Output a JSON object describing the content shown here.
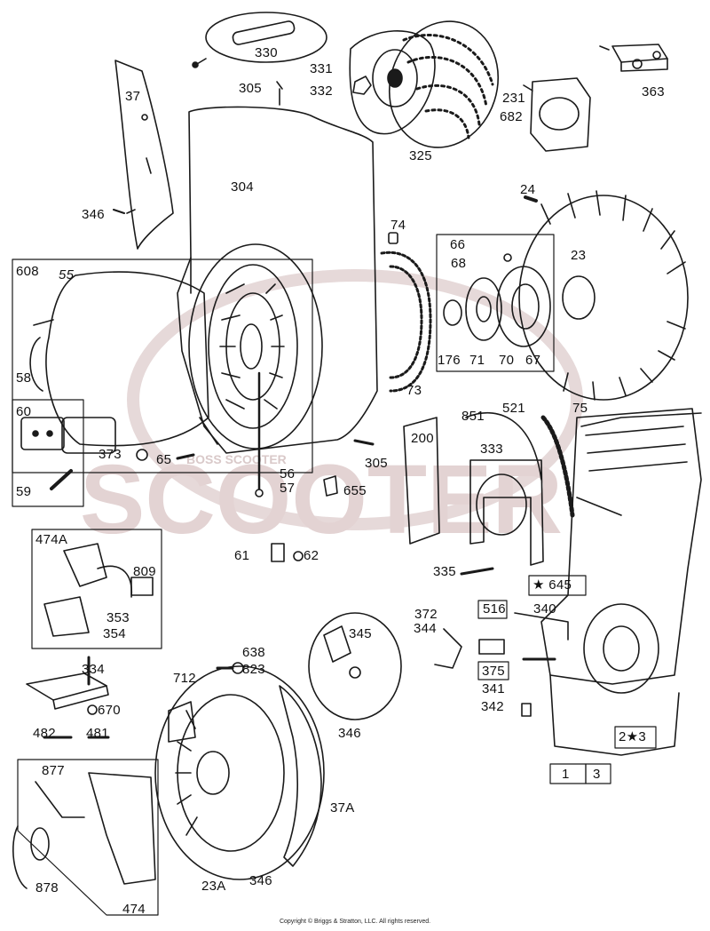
{
  "watermark": {
    "text": "SCOOTER",
    "subtext": "BOSS SCOOTER",
    "color": "#d8c8c8"
  },
  "copyright": "Copyright © Briggs & Stratton, LLC. All rights reserved.",
  "callouts": {
    "p330": "330",
    "p331": "331",
    "p332": "332",
    "p305a": "305",
    "p37": "37",
    "p231": "231",
    "p682": "682",
    "p363": "363",
    "p325": "325",
    "p304": "304",
    "p346a": "346",
    "p24": "24",
    "p74": "74",
    "p66": "66",
    "p68": "68",
    "p23": "23",
    "p608": "608",
    "p55": "55",
    "p176": "176",
    "p71": "71",
    "p70": "70",
    "p67": "67",
    "p58": "58",
    "p73": "73",
    "p75": "75",
    "p60": "60",
    "p851": "851",
    "p521": "521",
    "p373": "373",
    "p65": "65",
    "p200": "200",
    "p305b": "305",
    "p333": "333",
    "p56": "56",
    "p57": "57",
    "p59": "59",
    "p655": "655",
    "p474A": "474A",
    "p61": "61",
    "p62": "62",
    "p335": "335",
    "p809": "809",
    "p645": "645",
    "p353": "353",
    "p354": "354",
    "p372": "372",
    "p516": "516",
    "p340": "340",
    "p345": "345",
    "p344": "344",
    "p638": "638",
    "p712": "712",
    "p823": "823",
    "p334": "334",
    "p375": "375",
    "p341": "341",
    "p670": "670",
    "p342": "342",
    "p346b": "346",
    "p482": "482",
    "p481": "481",
    "p877": "877",
    "p2s3": "2★3",
    "p1": "1",
    "p3": "3",
    "p37A": "37A",
    "p878": "878",
    "p23A": "23A",
    "p346c": "346",
    "p474": "474"
  },
  "star_glyph": "★"
}
